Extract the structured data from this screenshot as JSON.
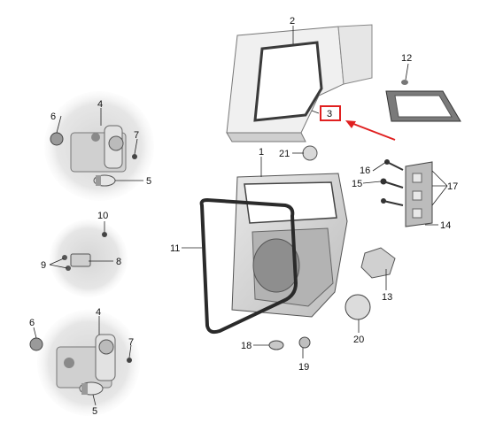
{
  "diagram": {
    "labels": {
      "p1": "1",
      "p2": "2",
      "p3": "3",
      "p4a": "4",
      "p4b": "4",
      "p5a": "5",
      "p5b": "5",
      "p6a": "6",
      "p6b": "6",
      "p7a": "7",
      "p7b": "7",
      "p8": "8",
      "p9": "9",
      "p10": "10",
      "p11": "11",
      "p12": "12",
      "p13": "13",
      "p14": "14",
      "p15": "15",
      "p16": "16",
      "p17": "17",
      "p18": "18",
      "p19": "19",
      "p20": "20",
      "p21": "21"
    },
    "colors": {
      "highlight": "#e02020",
      "part_fill": "#d8d8d8",
      "part_dark": "#9a9a9a",
      "inset_bg": "#dcdcdc",
      "seal": "#3a3a3a"
    }
  }
}
